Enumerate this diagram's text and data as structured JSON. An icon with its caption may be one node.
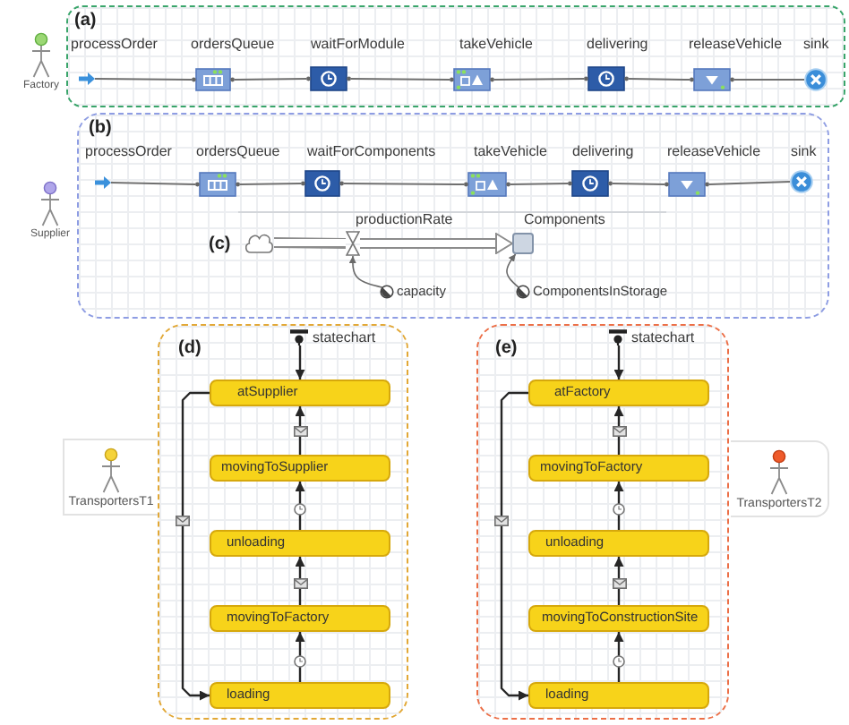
{
  "diagram": {
    "nodes": [
      {
        "text": [
          "Factory"
        ]
      },
      {
        "text": [
          "(a)"
        ]
      },
      {
        "text": [],
        "shape": "arrow",
        "in": 1,
        "beside": [
          "processOrder"
        ]
      },
      {
        "text": [],
        "shape": "box",
        "in": 1,
        "beside": [
          "ordersQueue"
        ]
      },
      {
        "text": [],
        "shape": "box",
        "in": 1,
        "beside": [
          "waitForModule"
        ]
      },
      {
        "text": [],
        "shape": "box",
        "in": 1,
        "beside": [
          "takeVehicle"
        ]
      },
      {
        "text": [],
        "shape": "box",
        "in": 1,
        "beside": [
          "delivering"
        ]
      },
      {
        "text": [],
        "shape": "box",
        "in": 1,
        "beside": [
          "releaseVehicle"
        ]
      },
      {
        "text": [],
        "shape": "circle",
        "in": 1,
        "beside": [
          "sink"
        ]
      },
      {
        "text": [
          "Supplier"
        ]
      },
      {
        "text": [
          "(b)"
        ]
      },
      {
        "text": [],
        "shape": "arrow",
        "in": 10,
        "beside": [
          "processOrder"
        ]
      },
      {
        "text": [],
        "shape": "box",
        "in": 10,
        "beside": [
          "ordersQueue"
        ]
      },
      {
        "text": [],
        "shape": "box",
        "in": 10,
        "beside": [
          "waitForComponents"
        ]
      },
      {
        "text": [],
        "shape": "box",
        "in": 10,
        "beside": [
          "takeVehicle"
        ]
      },
      {
        "text": [],
        "shape": "box",
        "in": 10,
        "beside": [
          "delivering"
        ]
      },
      {
        "text": [],
        "shape": "box",
        "in": 10,
        "beside": [
          "releaseVehicle"
        ]
      },
      {
        "text": [],
        "shape": "circle",
        "in": 10,
        "beside": [
          "sink"
        ]
      },
      {
        "text": [
          "(c)"
        ],
        "in": 10
      },
      {
        "text": [],
        "shape": "cloud",
        "in": 18
      },
      {
        "text": [],
        "shape": "valve",
        "in": 18,
        "beside": [
          "productionRate"
        ]
      },
      {
        "text": [],
        "shape": "box",
        "in": 18,
        "beside": [
          "Components"
        ]
      },
      {
        "text": [],
        "shape": "circle",
        "in": 18,
        "beside": [
          "capacity"
        ]
      },
      {
        "text": [],
        "shape": "circle",
        "in": 18,
        "beside": [
          "ComponentsInStorage"
        ]
      },
      {
        "text": [
          "TransportersT1"
        ]
      },
      {
        "text": [
          "(d)"
        ]
      },
      {
        "text": [],
        "shape": "bar",
        "in": 25,
        "beside": [
          "statechart"
        ]
      },
      {
        "text": [
          "atSupplier"
        ],
        "in": 25
      },
      {
        "text": [
          "movingToSupplier"
        ],
        "in": 25
      },
      {
        "text": [
          "unloading"
        ],
        "in": 25
      },
      {
        "text": [
          "movingToFactory"
        ],
        "in": 25
      },
      {
        "text": [
          "loading"
        ],
        "in": 25
      },
      {
        "text": [
          "(e)"
        ]
      },
      {
        "text": [],
        "shape": "bar",
        "in": 32,
        "beside": [
          "statechart"
        ]
      },
      {
        "text": [
          "atFactory"
        ],
        "in": 32
      },
      {
        "text": [
          "movingToFactory"
        ],
        "in": 32
      },
      {
        "text": [
          "unloading"
        ],
        "in": 32
      },
      {
        "text": [
          "movingToConstructionSite"
        ],
        "in": 32
      },
      {
        "text": [
          "loading"
        ],
        "in": 32
      },
      {
        "text": [
          "TransportersT2"
        ]
      }
    ],
    "edges": [
      {
        "from": 2,
        "to": 3,
        "arrow": "none"
      },
      {
        "from": 3,
        "to": 4,
        "arrow": "none"
      },
      {
        "from": 4,
        "to": 5,
        "arrow": "none"
      },
      {
        "from": 5,
        "to": 6,
        "arrow": "none"
      },
      {
        "from": 6,
        "to": 7,
        "arrow": "none"
      },
      {
        "from": 7,
        "to": 8,
        "arrow": "none"
      },
      {
        "from": 11,
        "to": 12,
        "arrow": "none"
      },
      {
        "from": 12,
        "to": 13,
        "arrow": "none"
      },
      {
        "from": 13,
        "to": 14,
        "arrow": "none"
      },
      {
        "from": 14,
        "to": 15,
        "arrow": "none"
      },
      {
        "from": 15,
        "to": 16,
        "arrow": "none"
      },
      {
        "from": 16,
        "to": 17,
        "arrow": "none"
      },
      {
        "from": 19,
        "to": 20,
        "arrow": "none",
        "style": "thick"
      },
      {
        "from": 20,
        "to": 21,
        "arrow": "to",
        "style": "thick"
      },
      {
        "from": 22,
        "to": 20,
        "arrow": "to"
      },
      {
        "from": 23,
        "to": 21,
        "arrow": "to"
      },
      {
        "from": 26,
        "to": 27,
        "arrow": "to"
      },
      {
        "from": 31,
        "to": 30,
        "arrow": "to"
      },
      {
        "from": 30,
        "to": 29,
        "arrow": "to"
      },
      {
        "from": 29,
        "to": 28,
        "arrow": "to"
      },
      {
        "from": 28,
        "to": 27,
        "arrow": "to"
      },
      {
        "from": 27,
        "to": 31,
        "arrow": "to"
      },
      {
        "from": 33,
        "to": 34,
        "arrow": "to"
      },
      {
        "from": 38,
        "to": 37,
        "arrow": "to"
      },
      {
        "from": 37,
        "to": 36,
        "arrow": "to"
      },
      {
        "from": 36,
        "to": 35,
        "arrow": "to"
      },
      {
        "from": 35,
        "to": 34,
        "arrow": "to"
      },
      {
        "from": 34,
        "to": 38,
        "arrow": "to"
      }
    ]
  }
}
